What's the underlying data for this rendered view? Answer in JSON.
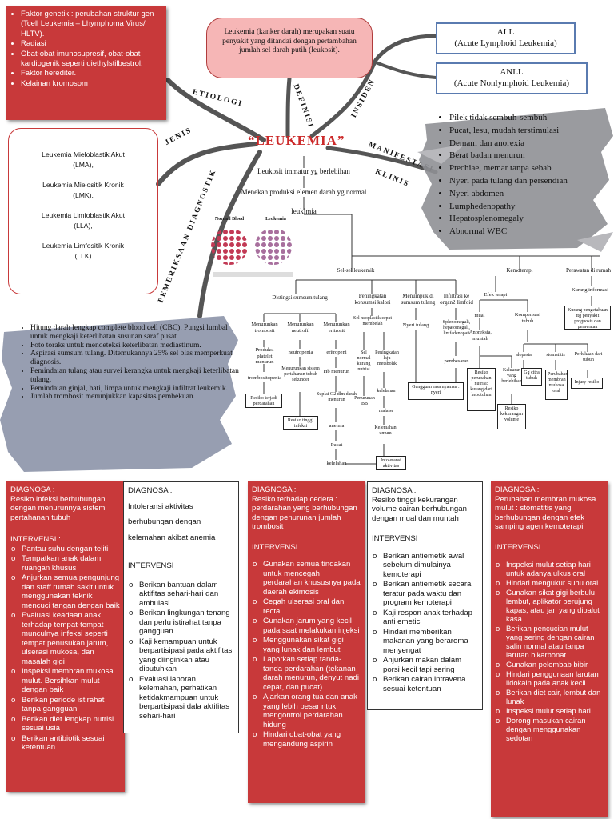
{
  "etiologi": {
    "items": [
      "Faktor genetik : perubahan struktur gen (Tcell Leukemia – Lhymphoma Virus/ HLTV).",
      "Radiasi",
      "Obat-obat imunosupresif, obat-obat kardiogenik seperti diethylstilbestrol.",
      "Faktor herediter.",
      "Kelainan kromosom"
    ]
  },
  "definisi": {
    "text": "Leukemia (kanker darah) merupakan suatu penyakit yang ditandai dengan pertambahan jumlah sel darah putih (leukosit)."
  },
  "types": {
    "all_code": "ALL",
    "all_name": "(Acute Lymphoid Leukemia)",
    "anll_code": "ANLL",
    "anll_name": "(Acute Nonlymphoid Leukemia)"
  },
  "jenis": {
    "items": [
      "Leukemia Mieloblastik Akut",
      "(LMA),",
      "Leukemia Mielositik Kronik",
      "(LMK),",
      "Leukemia Limfoblastik Akut",
      "(LLA),",
      "Leukemia Limfositik Kronik",
      "(LLK)"
    ]
  },
  "branch_labels": {
    "etiologi": "ETIOLOGI",
    "definisi": "DEFINISI",
    "insiden": "INSIDEN",
    "jenis": "JENIS",
    "manifestasi": "MANIFESTASI",
    "klinis": "KLINIS",
    "pemeriksaan": "PEMERIKSAAN DIAGNOSTIK"
  },
  "center": {
    "title": "“LEUKEMIA”"
  },
  "manifestasi": {
    "items": [
      "Pilek tidak sembuh-sembuh",
      "Pucat, lesu, mudah terstimulasi",
      "Demam dan anorexia",
      "Berat badan menurun",
      "Ptechiae, memar tanpa sebab",
      "Nyeri pada tulang dan persendian",
      "Nyeri abdomen",
      "Lumphedenopathy",
      "Hepatosplenomegaly",
      "Abnormal WBC"
    ]
  },
  "pemeriksaan": {
    "items": [
      "Hitung darah lengkap complete blood cell (CBC). Pungsi lumbal untuk mengkaji keterlibatan susunan saraf pusat",
      "Foto toraks untuk mendeteksi keterlibatan mediastinum.",
      "Aspirasi sumsum tulang. Ditemukannya 25% sel blas memperkuat diagnosis.",
      "Pemindaian tulang atau survei kerangka untuk mengkaji keterlibatan tulang.",
      "Pemindaian ginjal, hati, limpa untuk mengkaji infiltrat leukemik.",
      "Jumlah trombosit menunjukkan kapasitas pembekuan."
    ]
  },
  "flow": {
    "n1": "Leukosit immatur yg berlebihan",
    "n2": "Menekan produksi elemen darah yg normal",
    "n3": "leukimia",
    "normal_blood": "Normal Blood",
    "leukemia_blood": "Leukemia",
    "sel": "Sel-sel leukemik",
    "dist": "Distingsi sumsum tulang",
    "kalori": "Peningkatan konsumsi kalori",
    "menumpuk": "Menumpuk di sumsum tulang",
    "infiltrasi": "Infiltrasi ke organ2 limfoid",
    "kemo": "Kemoterapi",
    "perawatan": "Perawatan di rumah",
    "trombosit": "Menurunkan trombosit",
    "neutrofil": "Menurunkan neutrofil",
    "eritrosit": "Menurunkan eritrosit",
    "plt_menurun": "Produksi platelet menurun",
    "trombositopenia": "trombositopenia",
    "neutropenia": "neutropenia",
    "sistem_imun": "Menurunkan sistem pertahanan tubuh sekunder",
    "eritropeni": "eritropeni",
    "hb": "Hb menurun",
    "suplai": "Suplai O2 dlm darah menurun",
    "anemia": "anemia",
    "pucat": "Pucat",
    "kelelahan": "kelelahan",
    "resiko_perdarahan": "Resiko terjadi perdarahan",
    "resiko_infeksi": "Resiko tinggi infeksi",
    "sel_normal": "Sel normal kurang nutrisi",
    "metabolik": "Peningkatan laju metabolik",
    "sel_blast": "Sel neoplastik cepat membelah",
    "bb": "Penurunan BB",
    "kelelahan2": "kelelahan",
    "malaise": "malaise",
    "kelemahan": "Kelemahan umum",
    "intoleransi": "Intoleransi aktivitas",
    "nyeri_tulang": "Nyeri tulang",
    "spleno": "Splenomegali, hepatomegali, limfadenopati",
    "pembesaran": "pembesaran",
    "gangguan_nyaman": "Gangguan rasa nyaman : nyeri",
    "efek_terapi": "Efek terapi",
    "mual": "mual",
    "anoreksia": "Anoreksia, muntah",
    "kompensasi": "Kompensasi tubuh",
    "alopesia": "alopesia",
    "stomatitis": "stomatitis",
    "perlukaan": "Perlukaan dari tubuh",
    "kurang_info": "Kurang informasi",
    "kurang_pengetahuan": "Kurang pengetahuan ttg penyakit prognosis dan perawatan",
    "resiko_nutrisi": "Resiko perubahan nutrisi: kurang dari kebutuhan",
    "keluaran": "Keluaran yang berlebihan",
    "resiko_volume": "Resiko kekurangan volume",
    "citra": "Gg citra tubuh",
    "membran": "Perubahan membran mukosa oral",
    "injury": "Injury resiko"
  },
  "cards": {
    "d1": {
      "diagnosa_label": "DIAGNOSA :",
      "diagnosa": "Resiko infeksi berhubungan dengan menurunnya sistem pertahanan tubuh",
      "intervensi_label": "INTERVENSI :",
      "items": [
        "Pantau suhu dengan teliti",
        "Tempatkan anak dalam ruangan khusus",
        "Anjurkan semua pengunjung dan staff rumah sakit untuk menggunakan teknik mencuci tangan dengan baik",
        "Evaluasi keadaan anak terhadap tempat-tempat munculnya infeksi seperti tempat penusukan jarum, ulserasi mukosa, dan masalah gigi",
        "Inspeksi membran mukosa mulut. Bersihkan mulut dengan baik",
        "Berikan periode istirahat tanpa gangguan",
        "Berikan diet lengkap nutrisi sesuai usia",
        "Berikan antibiotik sesuai ketentuan"
      ]
    },
    "d2": {
      "diagnosa_label": "DIAGNOSA :",
      "diagnosa_1": "Intoleransi aktivitas",
      "diagnosa_2": "berhubungan dengan",
      "diagnosa_3": "kelemahan akibat anemia",
      "intervensi_label": "INTERVENSI :",
      "items": [
        "Berikan bantuan dalam aktifitas sehari-hari dan ambulasi",
        "Berikan lingkungan tenang dan perlu istirahat tanpa gangguan",
        "Kaji kemampuan untuk berpartisipasi pada aktifitas yang diinginkan atau dibutuhkan",
        "Evaluasi laporan kelemahan, perhatikan ketidakmampuan untuk berpartisipasi dala aktifitas sehari-hari"
      ]
    },
    "d3": {
      "diagnosa_label": "DIAGNOSA :",
      "diagnosa": "Resiko terhadap cedera : perdarahan yang berhubungan dengan penurunan jumlah trombosit",
      "intervensi_label": "INTERVENSI :",
      "items": [
        "Gunakan semua tindakan untuk mencegah perdarahan khususnya pada daerah ekimosis",
        "Cegah ulserasi oral dan rectal",
        "Gunakan jarum yang kecil pada saat melakukan injeksi",
        "Menggunakan sikat gigi yang lunak dan lembut",
        "Laporkan setiap tanda-tanda perdarahan (tekanan darah menurun, denyut nadi cepat, dan pucat)",
        "Ajarkan orang tua dan anak yang lebih besar ntuk mengontrol perdarahan hidung",
        "Hindari obat-obat yang mengandung aspirin"
      ]
    },
    "d4": {
      "diagnosa_label": "DIAGNOSA :",
      "diagnosa": "Resiko tinggi kekurangan volume cairan berhubungan dengan mual dan muntah",
      "intervensi_label": "INTERVENSI :",
      "items": [
        "Berikan antiemetik awal sebelum dimulainya kemoterapi",
        "Berikan antiemetik secara teratur pada waktu dan program kemoterapi",
        "Kaji respon anak terhadap anti emetic",
        "Hindari memberikan makanan yang beraroma menyengat",
        "Anjurkan makan dalam porsi kecil tapi sering",
        "Berikan cairan intravena sesuai ketentuan"
      ]
    },
    "d5": {
      "diagnosa_label": "DIAGNOSA :",
      "diagnosa": "Perubahan membran mukosa mulut : stomatitis yang berhubungan dengan efek samping agen kemoterapi",
      "intervensi_label": "INTERVENSI :",
      "items": [
        "Inspeksi mulut setiap hari untuk adanya ulkus oral",
        "Hindari mengukur suhu oral",
        "Gunakan sikat gigi berbulu lembut, aplikator berujung kapas, atau jari yang dibalut kasa",
        "Berikan pencucian mulut yang sering dengan cairan salin normal atau tanpa larutan bikarbonat",
        "Gunakan pelembab bibir",
        "Hindari penggunaan larutan lidokain pada anak kecil",
        "Berikan diet cair, lembut dan lunak",
        "Inspeksi mulut setiap hari",
        "Dorong masukan cairan dengan menggunakan sedotan"
      ]
    }
  }
}
